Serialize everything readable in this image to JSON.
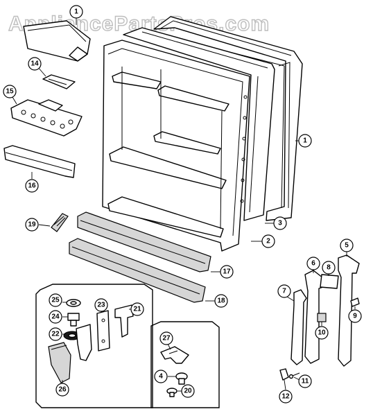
{
  "watermark": "AppliancePartsPros.com",
  "callouts": [
    {
      "id": "c1a",
      "label": "1"
    },
    {
      "id": "c1b",
      "label": "1"
    },
    {
      "id": "c2",
      "label": "2"
    },
    {
      "id": "c3",
      "label": "3"
    },
    {
      "id": "c4",
      "label": "4"
    },
    {
      "id": "c5",
      "label": "5"
    },
    {
      "id": "c6",
      "label": "6"
    },
    {
      "id": "c7",
      "label": "7"
    },
    {
      "id": "c8",
      "label": "8"
    },
    {
      "id": "c9",
      "label": "9"
    },
    {
      "id": "c10",
      "label": "10"
    },
    {
      "id": "c11",
      "label": "11"
    },
    {
      "id": "c12",
      "label": "12"
    },
    {
      "id": "c14",
      "label": "14"
    },
    {
      "id": "c15",
      "label": "15"
    },
    {
      "id": "c16",
      "label": "16"
    },
    {
      "id": "c17",
      "label": "17"
    },
    {
      "id": "c18",
      "label": "18"
    },
    {
      "id": "c19",
      "label": "19"
    },
    {
      "id": "c20",
      "label": "20"
    },
    {
      "id": "c21",
      "label": "21"
    },
    {
      "id": "c22",
      "label": "22"
    },
    {
      "id": "c23",
      "label": "23"
    },
    {
      "id": "c24",
      "label": "24"
    },
    {
      "id": "c25",
      "label": "25"
    },
    {
      "id": "c26",
      "label": "26"
    },
    {
      "id": "c27",
      "label": "27"
    }
  ]
}
